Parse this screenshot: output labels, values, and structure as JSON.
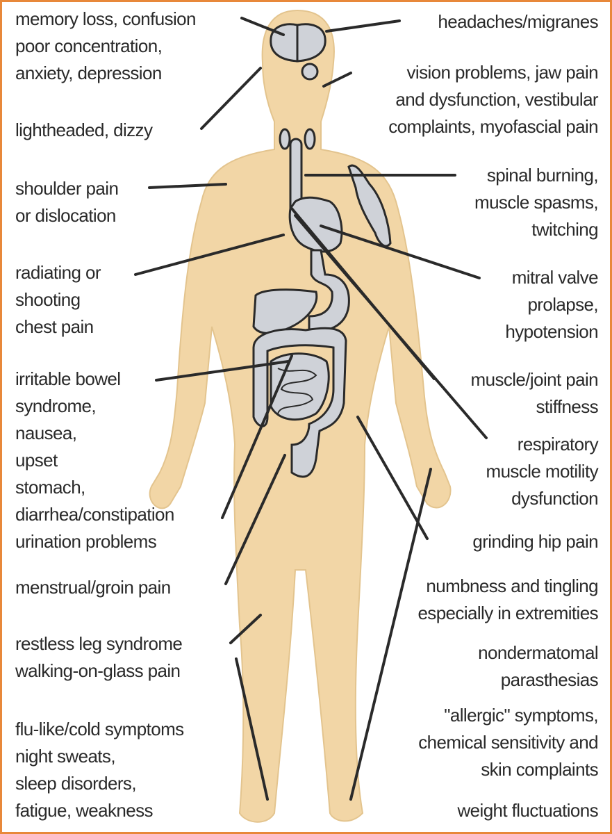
{
  "colors": {
    "border": "#e8883a",
    "body": "#f2d6a6",
    "organ": "#cfd2d8",
    "outline": "#2a2a2a"
  },
  "left_labels": [
    {
      "id": "memory",
      "lines": [
        "memory loss, confusion",
        "poor concentration,",
        "anxiety, depression"
      ]
    },
    {
      "id": "lightheaded",
      "lines": [
        "lightheaded, dizzy"
      ]
    },
    {
      "id": "shoulder",
      "lines": [
        "shoulder pain",
        "or dislocation"
      ]
    },
    {
      "id": "chest",
      "lines": [
        "radiating or",
        "shooting",
        "chest pain"
      ]
    },
    {
      "id": "bowel",
      "lines": [
        "irritable bowel",
        "syndrome,",
        "nausea,",
        "upset",
        "stomach,",
        "diarrhea/constipation",
        "urination problems"
      ]
    },
    {
      "id": "menstrual",
      "lines": [
        "menstrual/groin pain"
      ]
    },
    {
      "id": "leg",
      "lines": [
        "restless leg syndrome",
        "walking-on-glass pain"
      ]
    },
    {
      "id": "flu",
      "lines": [
        "flu-like/cold symptoms",
        "night sweats,",
        "sleep disorders,",
        "fatigue, weakness"
      ]
    }
  ],
  "right_labels": [
    {
      "id": "headaches",
      "lines": [
        "headaches/migranes"
      ]
    },
    {
      "id": "vision",
      "lines": [
        "vision problems, jaw pain",
        "and dysfunction, vestibular",
        "complaints, myofascial pain"
      ]
    },
    {
      "id": "spinal",
      "lines": [
        "spinal burning,",
        "muscle spasms,",
        "twitching"
      ]
    },
    {
      "id": "mitral",
      "lines": [
        "mitral valve",
        "prolapse,",
        "hypotension"
      ]
    },
    {
      "id": "joint",
      "lines": [
        "muscle/joint pain",
        "stiffness"
      ]
    },
    {
      "id": "respiratory",
      "lines": [
        "respiratory",
        "muscle motility",
        "dysfunction"
      ]
    },
    {
      "id": "hip",
      "lines": [
        "grinding hip pain"
      ]
    },
    {
      "id": "numbness",
      "lines": [
        "numbness and tingling",
        "especially in extremities"
      ]
    },
    {
      "id": "nondermatomal",
      "lines": [
        "nondermatomal",
        "parasthesias"
      ]
    },
    {
      "id": "allergic",
      "lines": [
        "\"allergic\" symptoms,",
        "chemical sensitivity and",
        "skin complaints"
      ]
    },
    {
      "id": "weight",
      "lines": [
        "weight fluctuations"
      ]
    }
  ]
}
